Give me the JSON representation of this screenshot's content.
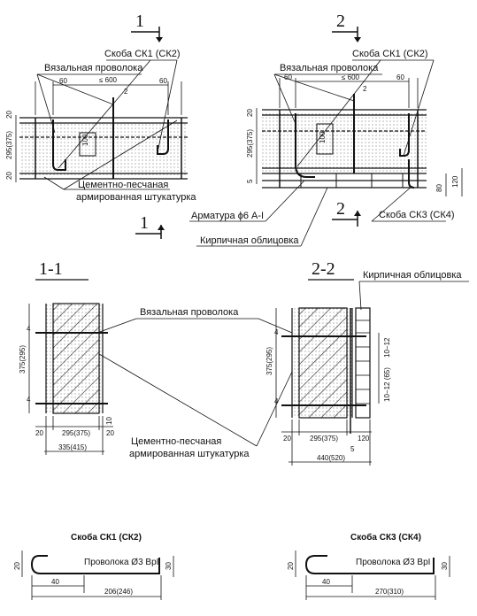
{
  "view1": {
    "section_mark": "1",
    "section_mark_bottom": "1",
    "label_skoba": "Скоба СК1 (СК2)",
    "label_wire": "Вязальная проволока",
    "label_plaster_1": "Цементно-песчаная",
    "label_plaster_2": "армированная штукатурка",
    "dim_60a": "60",
    "dim_600": "≤ 600",
    "dim_2": "2",
    "dim_60b": "60",
    "dim_20top": "20",
    "dim_295": "295(375)",
    "dim_100": "100",
    "dim_20bot": "20"
  },
  "view2": {
    "section_mark": "2",
    "section_mark_bottom": "2",
    "label_skoba": "Скоба СК1 (СК2)",
    "label_wire": "Вязальная проволока",
    "label_rebar": "Арматура ϕ6 А-I",
    "label_skoba34": "Скоба СК3 (СК4)",
    "label_brick": "Кирпичная облицовка",
    "dim_60a": "60",
    "dim_600": "≤ 600",
    "dim_2": "2",
    "dim_60b": "60",
    "dim_20": "20",
    "dim_295": "295(375)",
    "dim_100": "100",
    "dim_5": "5",
    "dim_80": "80",
    "dim_120": "120"
  },
  "section11": {
    "title": "1-1",
    "label_wire": "Вязальная проволока",
    "label_plaster_1": "Цементно-песчаная",
    "label_plaster_2": "армированная штукатурка",
    "dim_375": "375(295)",
    "dim_4a": "4",
    "dim_4b": "4",
    "dim_10": "10",
    "dim_20l": "20",
    "dim_295": "295(375)",
    "dim_20r": "20",
    "dim_335": "335(415)"
  },
  "section22": {
    "title": "2-2",
    "label_brick": "Кирпичная облицовка",
    "dim_375": "375(295)",
    "dim_4a": "4",
    "dim_4b": "4",
    "dim_10_12a": "10−12",
    "dim_10_12b": "10−12 (65)",
    "dim_20": "20",
    "dim_295": "295(375)",
    "dim_120": "120",
    "dim_5": "5",
    "dim_440": "440(520)"
  },
  "skoba_ck1": {
    "title": "Скоба СК1 (СК2)",
    "wire": "Проволока Ø3 ВрI",
    "dim_20": "20",
    "dim_40": "40",
    "dim_30": "30",
    "dim_len": "206(246)"
  },
  "skoba_ck3": {
    "title": "Скоба СК3 (СК4)",
    "wire": "Проволока Ø3 ВрI",
    "dim_20": "20",
    "dim_40": "40",
    "dim_30": "30",
    "dim_len": "270(310)"
  }
}
